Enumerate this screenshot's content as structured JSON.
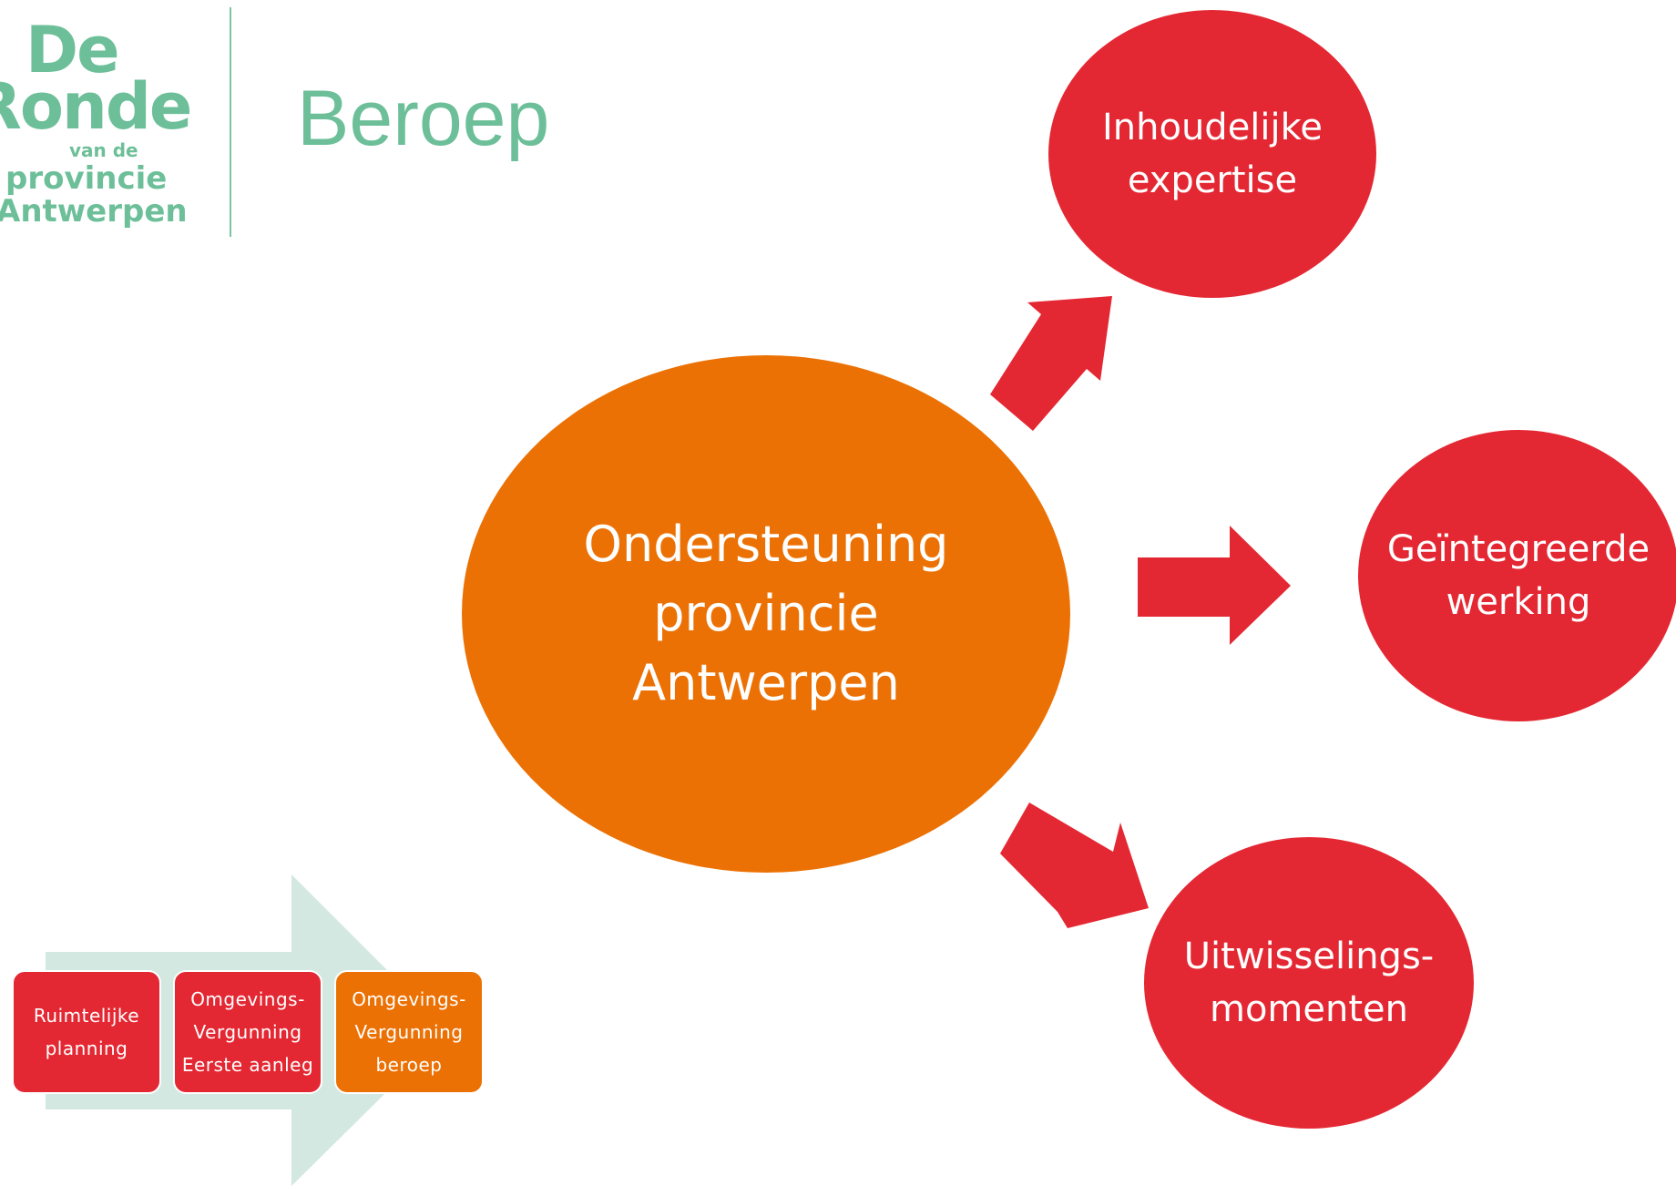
{
  "logo": {
    "line1": "De",
    "line2": "Ronde",
    "line3": "van de",
    "line4": "provincie",
    "line5": "Antwerpen"
  },
  "title": "Beroep",
  "center_node": "Ondersteuning\nprovincie\nAntwerpen",
  "nodes": {
    "top": "Inhoudelijke\nexpertise",
    "middle": "Geïntegreerde\nwerking",
    "bottom": "Uitwisselings-\nmomenten"
  },
  "process": [
    "Ruimtelijke\nplanning",
    "Omgevings-\nVergunning\nEerste aanleg",
    "Omgevings-\nVergunning\nberoep"
  ],
  "colors": {
    "green": "#6dbf99",
    "orange": "#ec7104",
    "red": "#e42833",
    "light_green": "#d3e8e0"
  }
}
